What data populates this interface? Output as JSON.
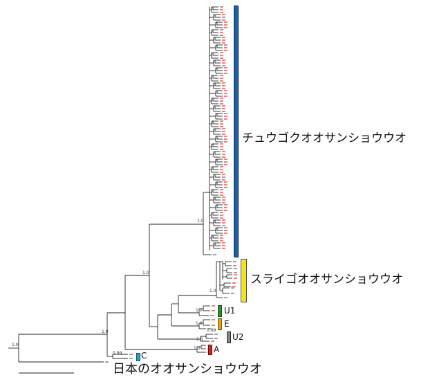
{
  "clades": {
    "chinese": {
      "label": "チュウゴクオオサンショウウオ",
      "color": "#1f5fa0"
    },
    "suraigo": {
      "label": "スライゴオオサンショウウオ",
      "color": "#f2e614"
    },
    "u1": {
      "label": "U1",
      "color": "#2f8f3a"
    },
    "e": {
      "label": "E",
      "color": "#e0a020"
    },
    "u2": {
      "label": "U2",
      "color": "#555555"
    },
    "a": {
      "label": "A",
      "color": "#d42020"
    },
    "c": {
      "label": "C",
      "color": "#2a9fd0"
    },
    "japanese": {
      "label": "日本のオオサンショウウオ"
    }
  },
  "support": {
    "root": "1.0",
    "node2": "1.0",
    "node3": "1.0",
    "node5": "1.0",
    "suraigo": "1.0",
    "u1": "1.0",
    "e": "1.0",
    "u2": "1.0",
    "u2_inner": "0.99",
    "a": "1.0",
    "c": "0.99"
  },
  "tip_color": "#d9534f"
}
